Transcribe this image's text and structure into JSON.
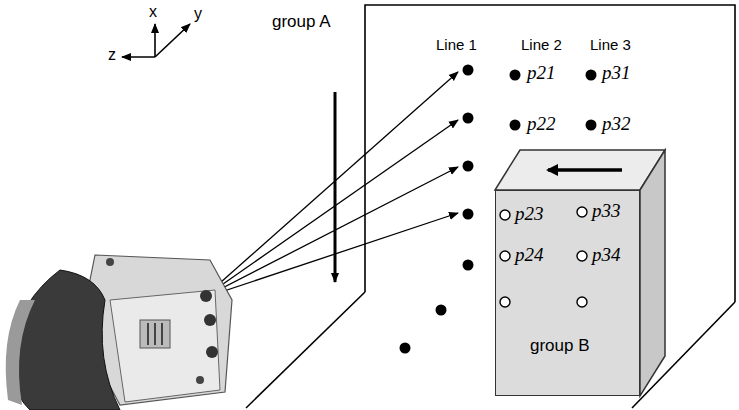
{
  "diagram": {
    "nodes": [
      {
        "text": [
          "group B"
        ]
      }
    ],
    "labels": [
      "x",
      "y",
      "z",
      "group A",
      "Line 1",
      "Line 2",
      "Line 3",
      "p21",
      "p31",
      "p22",
      "p32",
      "p23",
      "p33",
      "p24",
      "p34"
    ]
  }
}
